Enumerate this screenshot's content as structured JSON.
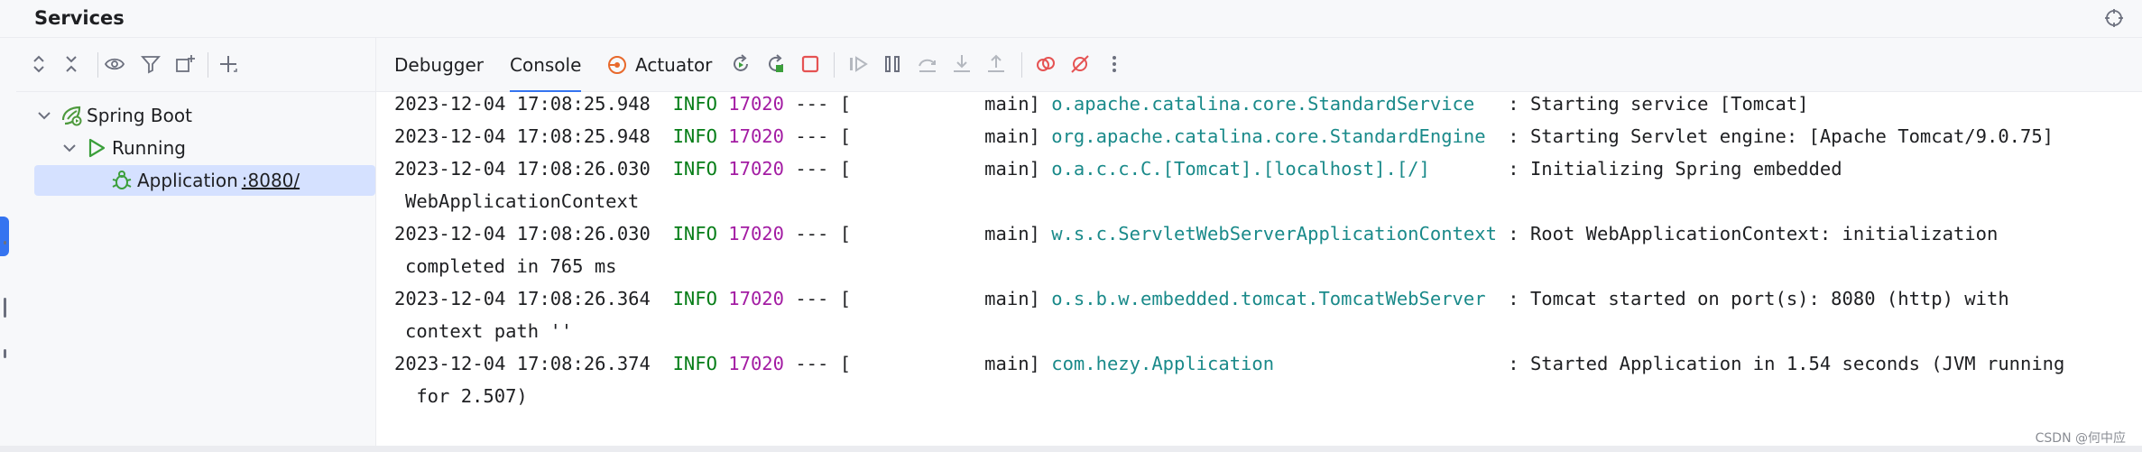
{
  "window": {
    "title": "Services"
  },
  "tree": {
    "spring_boot": "Spring Boot",
    "running": "Running",
    "application": "Application",
    "port": ":8080/"
  },
  "tabs": {
    "debugger": "Debugger",
    "console": "Console",
    "actuator": "Actuator"
  },
  "colors": {
    "accent": "#3574f0",
    "info": "#067d17",
    "pid": "#a31ca3",
    "logger": "#1a8a8a",
    "stop": "#e55353"
  },
  "console": {
    "lines": [
      {
        "ts": "2023-12-04 17:08:25.948",
        "level": "INFO",
        "pid": "17020",
        "sep": "--- [",
        "thread": "main]",
        "logger": "o.apache.catalina.core.StandardService",
        "msg": ": Starting service [Tomcat]",
        "cont": ""
      },
      {
        "ts": "2023-12-04 17:08:25.948",
        "level": "INFO",
        "pid": "17020",
        "sep": "--- [",
        "thread": "main]",
        "logger": "org.apache.catalina.core.StandardEngine",
        "msg": ": Starting Servlet engine: [Apache Tomcat/9.0.75]",
        "cont": ""
      },
      {
        "ts": "2023-12-04 17:08:26.030",
        "level": "INFO",
        "pid": "17020",
        "sep": "--- [",
        "thread": "main]",
        "logger": "o.a.c.c.C.[Tomcat].[localhost].[/]",
        "msg": ": Initializing Spring embedded",
        "cont": "WebApplicationContext"
      },
      {
        "ts": "2023-12-04 17:08:26.030",
        "level": "INFO",
        "pid": "17020",
        "sep": "--- [",
        "thread": "main]",
        "logger": "w.s.c.ServletWebServerApplicationContext",
        "msg": ": Root WebApplicationContext: initialization",
        "cont": "completed in 765 ms"
      },
      {
        "ts": "2023-12-04 17:08:26.364",
        "level": "INFO",
        "pid": "17020",
        "sep": "--- [",
        "thread": "main]",
        "logger": "o.s.b.w.embedded.tomcat.TomcatWebServer",
        "msg": ": Tomcat started on port(s): 8080 (http) with",
        "cont": "context path ''"
      },
      {
        "ts": "2023-12-04 17:08:26.374",
        "level": "INFO",
        "pid": "17020",
        "sep": "--- [",
        "thread": "main]",
        "logger": "com.hezy.Application",
        "msg": ": Started Application in 1.54 seconds (JVM running",
        "cont": " for 2.507)"
      }
    ]
  },
  "watermark": "CSDN @何中应",
  "icons": {
    "target": "target-icon",
    "expand": "expand-all-icon",
    "collapse": "collapse-all-icon",
    "eye": "eye-icon",
    "filter": "filter-icon",
    "new_tab": "new-tab-icon",
    "add": "add-icon",
    "spring": "spring-boot-icon",
    "run": "run-icon",
    "bug": "bug-icon",
    "actuator": "actuator-icon",
    "rerun": "rerun-icon",
    "restart": "restart-icon",
    "stop": "stop-icon"
  }
}
